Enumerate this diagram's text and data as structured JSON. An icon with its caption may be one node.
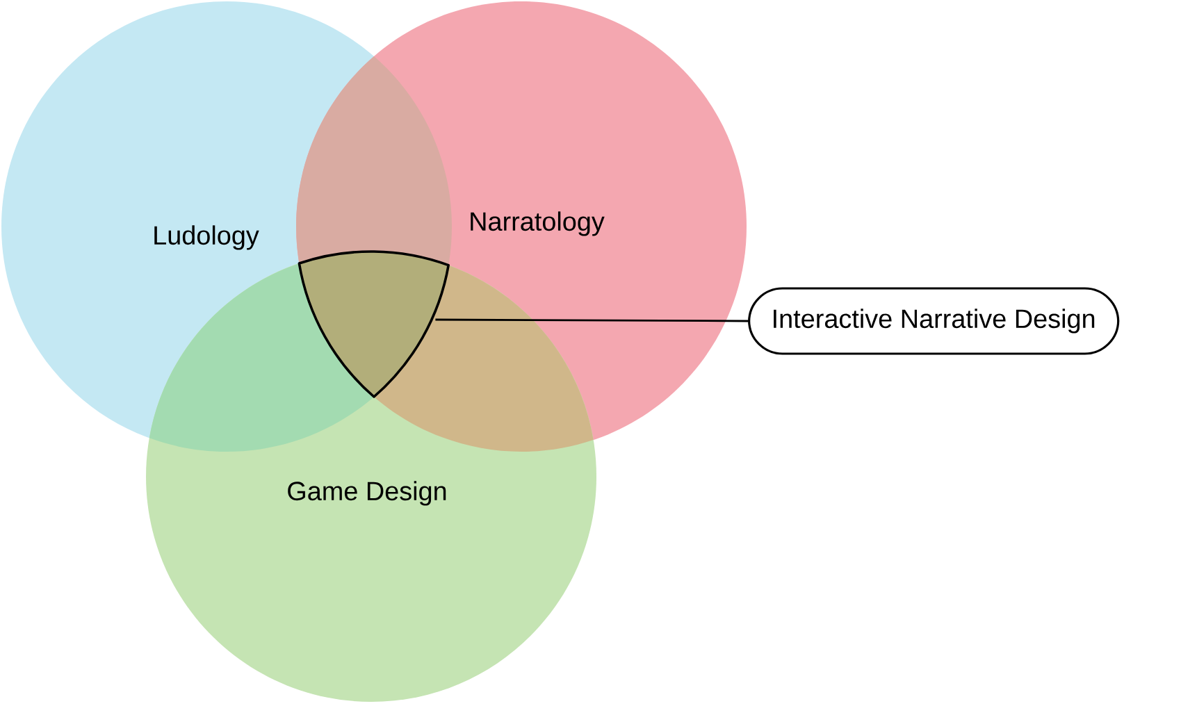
{
  "diagram": {
    "nodes": [
      {
        "text": [
          "Ludology"
        ]
      },
      {
        "text": [
          "Narratology"
        ]
      },
      {
        "text": [
          "Game Design"
        ]
      },
      {
        "text": [
          "Interactive Narrative Design"
        ]
      },
      {
        "text": [],
        "shape": "region"
      }
    ],
    "edges": [
      {
        "from": 3,
        "to": 4,
        "arrow": "none"
      }
    ]
  }
}
